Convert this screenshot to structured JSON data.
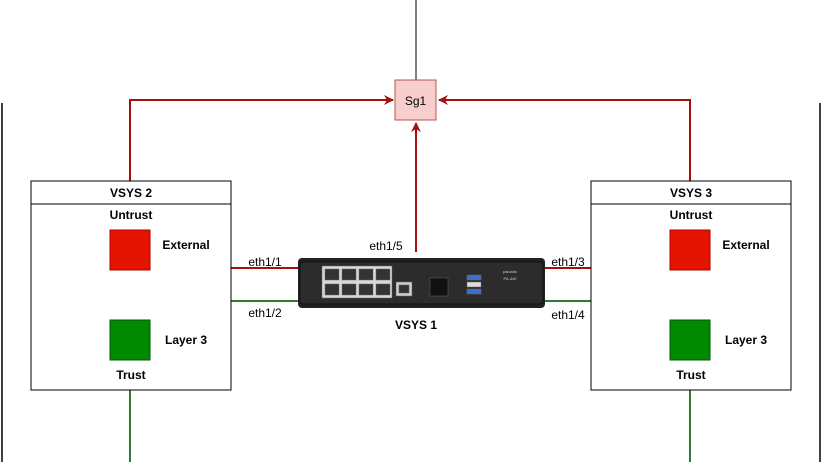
{
  "colors": {
    "red_link": "#a50f0f",
    "green_link": "#2e7d32",
    "external": "#e51400",
    "layer3": "#008a00",
    "sg_fill": "#f8cecc",
    "sg_stroke": "#b85450",
    "device": "#1e1e1e"
  },
  "sg": {
    "label": "Sg1"
  },
  "device": {
    "label": "VSYS 1",
    "model": "PA-440",
    "brand": "paloalto",
    "uplink": "eth1/5"
  },
  "vsys2": {
    "title": "VSYS 2",
    "top_zone": "Untrust",
    "bottom_zone": "Trust",
    "external": "External",
    "layer3": "Layer 3",
    "link_top": "eth1/1",
    "link_bottom": "eth1/2"
  },
  "vsys3": {
    "title": "VSYS 3",
    "top_zone": "Untrust",
    "bottom_zone": "Trust",
    "external": "External",
    "layer3": "Layer 3",
    "link_top": "eth1/3",
    "link_bottom": "eth1/4"
  }
}
